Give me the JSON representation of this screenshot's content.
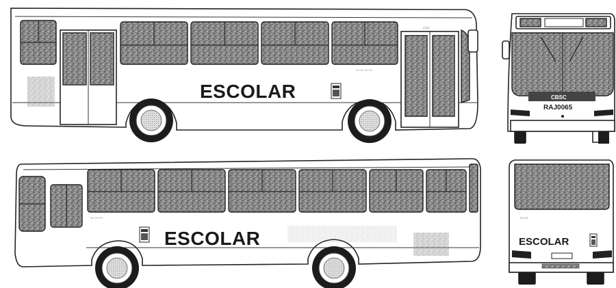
{
  "views": {
    "left_side": {
      "label": "ESCOLAR"
    },
    "right_side": {
      "label": "ESCOLAR"
    },
    "front": {
      "destination": "CBSC",
      "plate": "RAJ0065"
    },
    "rear": {
      "label": "ESCOLAR"
    }
  },
  "colors": {
    "ink": "#1a1a1a",
    "glass": "#7a7a7a",
    "body": "#ffffff"
  },
  "icons": [
    "coat-of-arms-icon"
  ]
}
